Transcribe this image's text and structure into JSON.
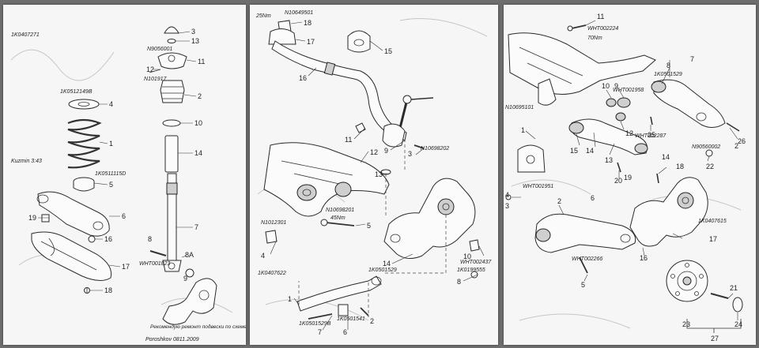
{
  "sheet1": {
    "labels": [
      "3",
      "13",
      "11",
      "12",
      "2",
      "10",
      "14",
      "7",
      "4",
      "1",
      "5",
      "6",
      "16",
      "17",
      "18",
      "19",
      "8",
      "8A",
      "9"
    ],
    "notes": [
      "1K0512149B",
      "N9056001",
      "1K0511115D",
      "N101917",
      "WHT001823",
      "1K0407271",
      "Kuzmin 3:43",
      "Poroshkov 0811.2009"
    ],
    "signature": "Рекомендую ремонт подвески по схеме"
  },
  "sheet2": {
    "labels": [
      "18",
      "17",
      "15",
      "16",
      "11",
      "9",
      "3",
      "12",
      "13",
      "5",
      "4",
      "1",
      "14",
      "10",
      "7",
      "6",
      "8",
      "2"
    ],
    "notes": [
      "N10649501",
      "25Nm",
      "N10698201",
      "N1012301",
      "45Nm",
      "N10698202",
      "1K0199555",
      "WHT002437",
      "1K0501529",
      "1K0501529B",
      "1K0501541",
      "1K0407622"
    ]
  },
  "sheet3": {
    "labels": [
      "11",
      "7",
      "8",
      "9",
      "10",
      "12",
      "15",
      "14",
      "13",
      "25",
      "26",
      "2",
      "1",
      "3",
      "4",
      "5",
      "6",
      "16",
      "17",
      "18",
      "19",
      "20",
      "21",
      "22",
      "23",
      "24",
      "27"
    ],
    "notes": [
      "WHT002224",
      "N10695101",
      "70Nm",
      "WHT002287",
      "WHT001958",
      "1K0501529",
      "WHT001951",
      "N90560002",
      "WHT002266",
      "1K0407615"
    ]
  }
}
